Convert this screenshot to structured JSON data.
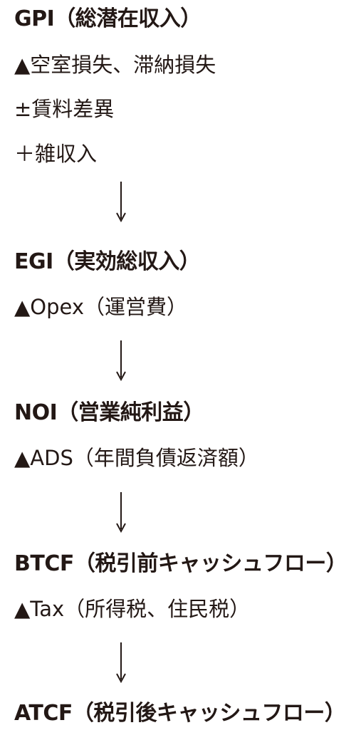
{
  "flow": {
    "gpi": {
      "heading": "GPI（総潜在収入）",
      "items": [
        "▲空室損失、滞納損失",
        "±賃料差異",
        "＋雑収入"
      ]
    },
    "egi": {
      "heading": "EGI（実効総収入）",
      "items": [
        "▲Opex（運営費）"
      ]
    },
    "noi": {
      "heading": "NOI（営業純利益）",
      "items": [
        "▲ADS（年間負債返済額）"
      ]
    },
    "btcf": {
      "heading": "BTCF（税引前キャッシュフロー）",
      "items": [
        "▲Tax（所得税、住民税）"
      ]
    },
    "atcf": {
      "heading": "ATCF（税引後キャッシュフロー）"
    }
  }
}
